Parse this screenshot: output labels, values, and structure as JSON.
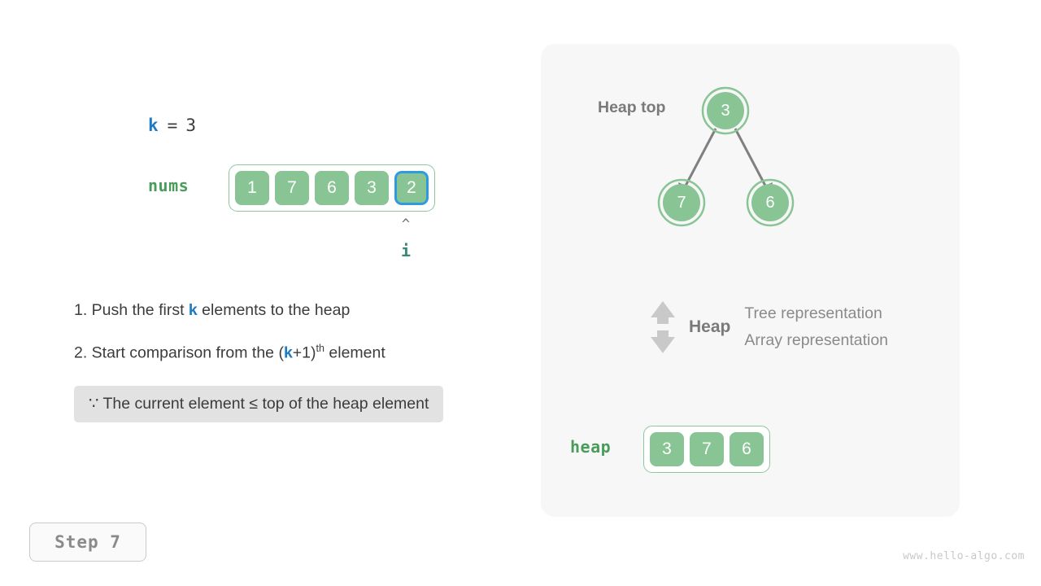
{
  "variables": {
    "k_name": "k",
    "k_equals": "=",
    "k_value": "3"
  },
  "nums": {
    "label": "nums",
    "cells": [
      {
        "value": "1",
        "highlighted": false
      },
      {
        "value": "7",
        "highlighted": false
      },
      {
        "value": "6",
        "highlighted": false
      },
      {
        "value": "3",
        "highlighted": false
      },
      {
        "value": "2",
        "highlighted": true
      }
    ],
    "pointer": {
      "caret": "^",
      "label": "i"
    }
  },
  "steps": {
    "line1_prefix": "1. Push the first ",
    "line1_var": "k",
    "line1_suffix": " elements to the heap",
    "line2_prefix": "2. Start comparison from the ",
    "line2_paren_open": "(",
    "line2_var": "k",
    "line2_plus": "+1",
    "line2_paren_close": ")",
    "line2_sup": "th",
    "line2_suffix": " element",
    "note": "∵ The current element ≤ top of the heap element"
  },
  "panel": {
    "heap_top_label": "Heap top",
    "tree": {
      "root": "3",
      "left_child": "7",
      "right_child": "6"
    },
    "legend": {
      "title": "Heap",
      "line1": "Tree representation",
      "line2": "Array representation"
    },
    "heap_array": {
      "label": "heap",
      "cells": [
        "3",
        "7",
        "6"
      ]
    }
  },
  "footer": {
    "step_badge": "Step  7",
    "watermark": "www.hello-algo.com"
  },
  "colors": {
    "green_fill": "#89C495",
    "green_text": "#4A9C5A",
    "blue_accent": "#1D7BC4",
    "blue_highlight": "#2E9BE0",
    "teal": "#36897A",
    "gray_text": "#7A7A7A",
    "panel_bg": "#F7F7F7",
    "note_bg": "#E2E2E2"
  }
}
